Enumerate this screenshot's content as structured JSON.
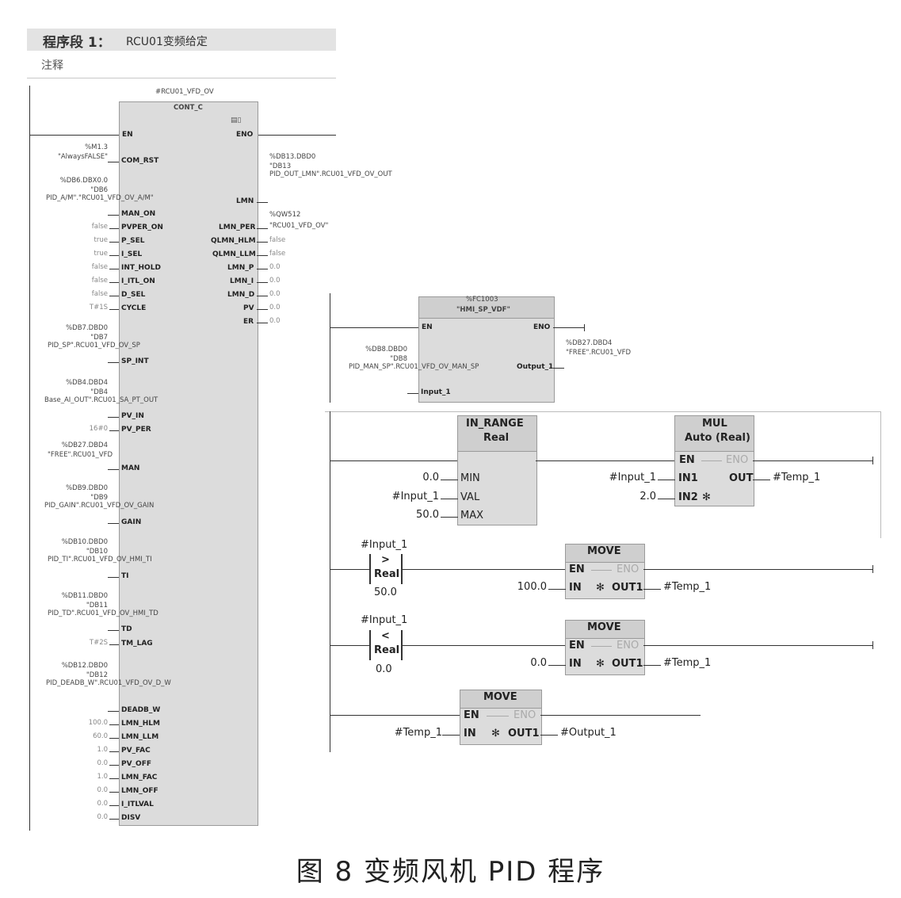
{
  "header": {
    "segment_label": "程序段 1：",
    "segment_name": "RCU01变频给定",
    "comment_label": "注释"
  },
  "pid_block": {
    "instance": "#RCU01_VFD_OV",
    "type": "CONT_C",
    "en": "EN",
    "eno": "ENO",
    "inputs": [
      {
        "pin": "COM_RST",
        "addr": "%M1.3",
        "tag": "\"AlwaysFALSE\""
      },
      {
        "pin": "MAN_ON",
        "addr": "%DB6.DBX0.0",
        "tag": "\"DB6 PID_A/M\".\"RCU01_VFD_OV_A/M\""
      },
      {
        "pin": "PVPER_ON",
        "value": "false"
      },
      {
        "pin": "P_SEL",
        "value": "true"
      },
      {
        "pin": "I_SEL",
        "value": "true"
      },
      {
        "pin": "INT_HOLD",
        "value": "false"
      },
      {
        "pin": "I_ITL_ON",
        "value": "false"
      },
      {
        "pin": "D_SEL",
        "value": "false"
      },
      {
        "pin": "CYCLE",
        "value": "T#1S"
      },
      {
        "pin": "SP_INT",
        "addr": "%DB7.DBD0",
        "tag": "\"DB7 PID_SP\".RCU01_VFD_OV_SP"
      },
      {
        "pin": "PV_IN",
        "addr": "%DB4.DBD4",
        "tag": "\"DB4 Base_AI_OUT\".RCU01_SA_PT_OUT"
      },
      {
        "pin": "PV_PER",
        "value": "16#0"
      },
      {
        "pin": "MAN",
        "addr": "%DB27.DBD4",
        "tag": "\"FREE\".RCU01_VFD"
      },
      {
        "pin": "GAIN",
        "addr": "%DB9.DBD0",
        "tag": "\"DB9 PID_GAIN\".RCU01_VFD_OV_GAIN"
      },
      {
        "pin": "TI",
        "addr": "%DB10.DBD0",
        "tag": "\"DB10 PID_TI\".RCU01_VFD_OV_HMI_TI"
      },
      {
        "pin": "TD",
        "addr": "%DB11.DBD0",
        "tag": "\"DB11 PID_TD\".RCU01_VFD_OV_HMI_TD"
      },
      {
        "pin": "TM_LAG",
        "value": "T#2S"
      },
      {
        "pin": "DEADB_W",
        "addr": "%DB12.DBD0",
        "tag": "\"DB12 PID_DEADB_W\".RCU01_VFD_OV_D_W"
      },
      {
        "pin": "LMN_HLM",
        "value": "100.0"
      },
      {
        "pin": "LMN_LLM",
        "value": "60.0"
      },
      {
        "pin": "PV_FAC",
        "value": "1.0"
      },
      {
        "pin": "PV_OFF",
        "value": "0.0"
      },
      {
        "pin": "LMN_FAC",
        "value": "1.0"
      },
      {
        "pin": "LMN_OFF",
        "value": "0.0"
      },
      {
        "pin": "I_ITLVAL",
        "value": "0.0"
      },
      {
        "pin": "DISV",
        "value": "0.0"
      }
    ],
    "outputs": [
      {
        "pin": "LMN",
        "addr": "%DB13.DBD0",
        "tag": "\"DB13 PID_OUT_LMN\".RCU01_VFD_OV_OUT"
      },
      {
        "pin": "LMN_PER",
        "addr": "%QW512",
        "tag": "\"RCU01_VFD_OV\""
      },
      {
        "pin": "QLMN_HLM",
        "value": "false"
      },
      {
        "pin": "QLMN_LLM",
        "value": "false"
      },
      {
        "pin": "LMN_P",
        "value": "0.0"
      },
      {
        "pin": "LMN_I",
        "value": "0.0"
      },
      {
        "pin": "LMN_D",
        "value": "0.0"
      },
      {
        "pin": "PV",
        "value": "0.0"
      },
      {
        "pin": "ER",
        "value": "0.0"
      }
    ]
  },
  "fc_block": {
    "number": "%FC1003",
    "name": "\"HMI_SP_VDF\"",
    "en": "EN",
    "eno": "ENO",
    "input_pin": "Input_1",
    "input_addr": "%DB8.DBD0",
    "input_tag": "\"DB8 PID_MAN_SP\".RCU01_VFD_OV_MAN_SP",
    "output_pin": "Output_1",
    "output_addr": "%DB27.DBD4",
    "output_tag": "\"FREE\".RCU01_VFD"
  },
  "fc_logic": {
    "in_range": {
      "title": "IN_RANGE",
      "subtitle": "Real",
      "pins": [
        "MIN",
        "VAL",
        "MAX"
      ],
      "values": [
        "0.0",
        "#Input_1",
        "50.0"
      ]
    },
    "mul": {
      "title": "MUL",
      "subtitle": "Auto (Real)",
      "en": "EN",
      "eno": "ENO",
      "in1": "IN1",
      "in2": "IN2",
      "out": "OUT",
      "in1_val": "#Input_1",
      "in2_val": "2.0",
      "out_val": "#Temp_1"
    },
    "compare_gt": {
      "var": "#Input_1",
      "op": ">",
      "type": "Real",
      "value": "50.0"
    },
    "move_gt": {
      "title": "MOVE",
      "en": "EN",
      "eno": "ENO",
      "in": "IN",
      "out": "OUT1",
      "in_val": "100.0",
      "out_val": "#Temp_1"
    },
    "compare_lt": {
      "var": "#Input_1",
      "op": "<",
      "type": "Real",
      "value": "0.0"
    },
    "move_lt": {
      "title": "MOVE",
      "en": "EN",
      "eno": "ENO",
      "in": "IN",
      "out": "OUT1",
      "in_val": "0.0",
      "out_val": "#Temp_1"
    },
    "move_out": {
      "title": "MOVE",
      "en": "EN",
      "eno": "ENO",
      "in": "IN",
      "out": "OUT1",
      "in_val": "#Temp_1",
      "out_val": "#Output_1"
    }
  },
  "caption": "图 8   变频风机 PID 程序"
}
